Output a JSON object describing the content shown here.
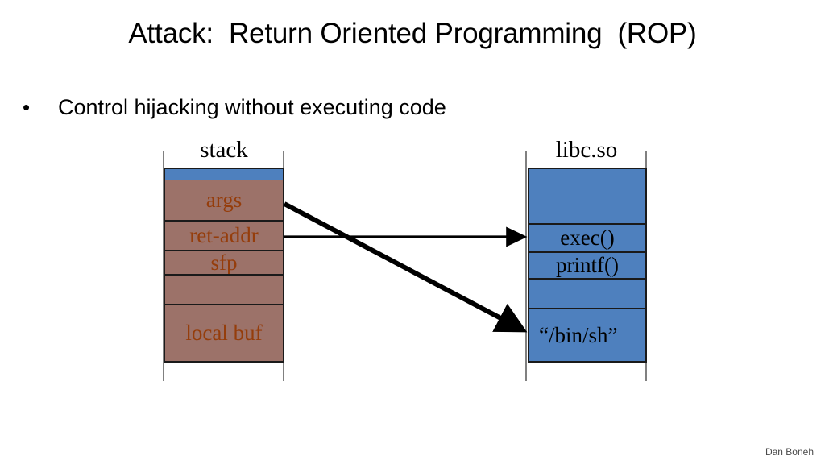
{
  "slide": {
    "title": "Attack:  Return Oriented Programming  (ROP)",
    "bullet_marker": "•",
    "bullet_text": "Control hijacking without executing code",
    "footer_credit": "Dan Boneh"
  },
  "diagram": {
    "stack": {
      "label": "stack",
      "fill_color": "#9c7269",
      "top_strip_color": "#4e80be",
      "text_color": "#953d0b",
      "rows": [
        {
          "label": "",
          "name": "stack-row-top-strip"
        },
        {
          "label": "args",
          "name": "stack-row-args"
        },
        {
          "label": "ret-addr",
          "name": "stack-row-ret-addr"
        },
        {
          "label": "sfp",
          "name": "stack-row-sfp"
        },
        {
          "label": "",
          "name": "stack-row-empty"
        },
        {
          "label": "local buf",
          "name": "stack-row-local-buf"
        }
      ]
    },
    "libc": {
      "label": "libc.so",
      "fill_color": "#4e80be",
      "text_color": "#000000",
      "rows": [
        {
          "label": "",
          "name": "libc-row-empty-top"
        },
        {
          "label": "exec()",
          "name": "libc-row-exec"
        },
        {
          "label": "printf()",
          "name": "libc-row-printf"
        },
        {
          "label": "",
          "name": "libc-row-empty-mid"
        },
        {
          "label": "“/bin/sh”",
          "name": "libc-row-bin-sh"
        }
      ]
    },
    "arrows": [
      {
        "name": "arrow-args-to-bin-sh",
        "from": "args",
        "to": "“/bin/sh”",
        "color": "#000000"
      },
      {
        "name": "arrow-ret-addr-to-exec",
        "from": "ret-addr",
        "to": "exec()",
        "color": "#000000"
      }
    ]
  }
}
